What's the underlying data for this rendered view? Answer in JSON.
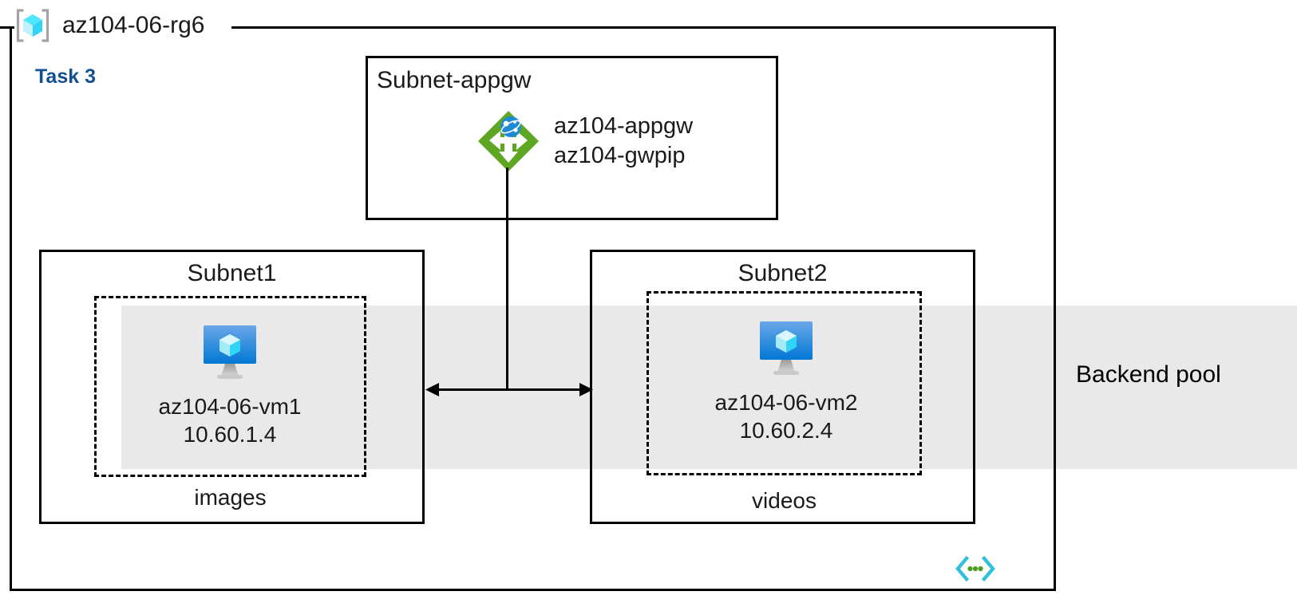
{
  "diagram": {
    "resource_group": {
      "name": "az104-06-rg6",
      "icon": "resource-group-icon"
    },
    "task_label": "Task 3",
    "backend_pool": {
      "label": "Backend pool",
      "band_color": "#e9e9e9"
    },
    "appgw_subnet": {
      "title": "Subnet-appgw",
      "gateway": {
        "icon": "application-gateway-icon",
        "lines": [
          "az104-appgw",
          "az104-gwpip"
        ]
      }
    },
    "subnets": [
      {
        "title": "Subnet1",
        "caption": "images",
        "vm": {
          "icon": "virtual-machine-icon",
          "name": "az104-06-vm1",
          "ip": "10.60.1.4"
        }
      },
      {
        "title": "Subnet2",
        "caption": "videos",
        "vm": {
          "icon": "virtual-machine-icon",
          "name": "az104-06-vm2",
          "ip": "10.60.2.4"
        }
      }
    ],
    "connectors": {
      "gateway_to_backend": "vertical-line",
      "backend_arrow": "double-headed-arrow"
    },
    "code_icon": "code-snippet-icon",
    "colors": {
      "accent_blue": "#12508f",
      "gateway_green": "#5ea722",
      "vm_blue": "#1f8ad4",
      "cube_cyan": "#32d4f5",
      "code_cyan": "#32bedd",
      "code_green": "#4f9d1e",
      "line_black": "#000000",
      "band_gray": "#e9e9e9"
    }
  }
}
